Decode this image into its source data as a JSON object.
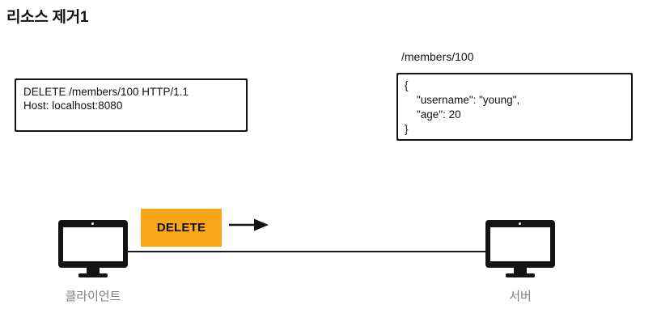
{
  "title": "리소스 제거1",
  "request": {
    "line1": "DELETE /members/100 HTTP/1.1",
    "line2": "Host: localhost:8080",
    "text": "DELETE /members/100 HTTP/1.1\nHost: localhost:8080"
  },
  "resource": {
    "path": "/members/100",
    "body": "{\n    \"username\": \"young\",\n    \"age\": 20\n}",
    "fields": {
      "username": "young",
      "age": 20
    }
  },
  "flow": {
    "method": "DELETE",
    "direction": "client-to-server"
  },
  "nodes": {
    "client": "클라이언트",
    "server": "서버"
  },
  "colors": {
    "method_badge": "#faa61a",
    "ink": "#141414",
    "label_gray": "#808080",
    "background": "#ffffff"
  }
}
